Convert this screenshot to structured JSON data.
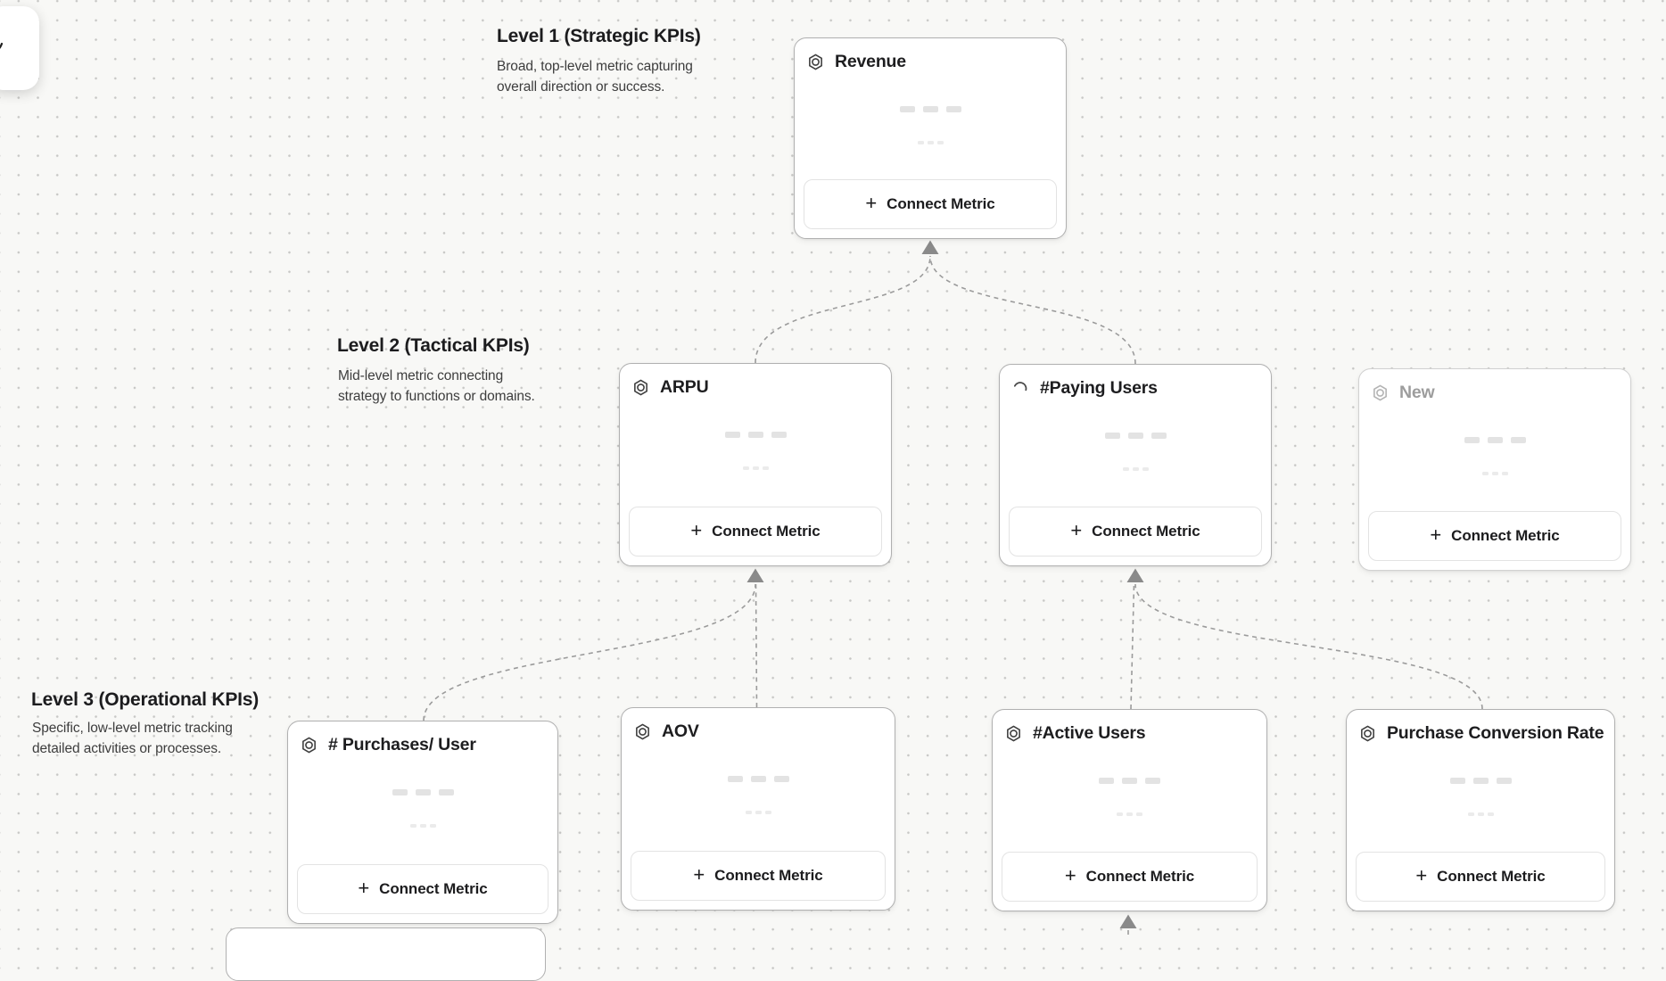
{
  "plus_glyph": "+",
  "sections": [
    {
      "title": "Level 1 (Strategic KPIs)",
      "description_lines": [
        "Broad, top-level metric capturing",
        "overall direction or success."
      ]
    },
    {
      "title": "Level 2 (Tactical KPIs)",
      "description_lines": [
        "Mid-level metric connecting",
        "strategy to functions or domains."
      ]
    },
    {
      "title": "Level 3 (Operational KPIs)",
      "description_lines": [
        "Specific, low-level metric tracking",
        "detailed activities or processes."
      ]
    }
  ],
  "cards": [
    {
      "title": "Revenue",
      "icon": "hexagon-target-icon",
      "state": "default",
      "button_label": "Connect Metric"
    },
    {
      "title": "ARPU",
      "icon": "hexagon-target-icon",
      "state": "default",
      "button_label": "Connect Metric"
    },
    {
      "title": "#Paying Users",
      "icon": "spinner-icon",
      "state": "loading",
      "button_label": "Connect Metric"
    },
    {
      "title": "New",
      "icon": "hexagon-target-icon",
      "state": "draft",
      "button_label": "Connect Metric"
    },
    {
      "title": "# Purchases/ User",
      "icon": "hexagon-target-icon",
      "state": "default",
      "button_label": "Connect Metric"
    },
    {
      "title": "AOV",
      "icon": "hexagon-target-icon",
      "state": "default",
      "button_label": "Connect Metric"
    },
    {
      "title": "#Active Users",
      "icon": "hexagon-target-icon",
      "state": "default",
      "button_label": "Connect Metric"
    },
    {
      "title": "Purchase Conversion Rate",
      "icon": "hexagon-target-icon",
      "state": "default",
      "button_label": "Connect Metric"
    }
  ],
  "colors": {
    "canvas_bg": "#f8f8f6",
    "grid_dot": "#c7c7c5",
    "card_border": "#b0b0b0",
    "connector": "#9b9b9b",
    "arrowhead": "#8a8a8a",
    "skeleton_pill": "#e3e3e3",
    "skeleton_dash": "#ebebeb"
  }
}
